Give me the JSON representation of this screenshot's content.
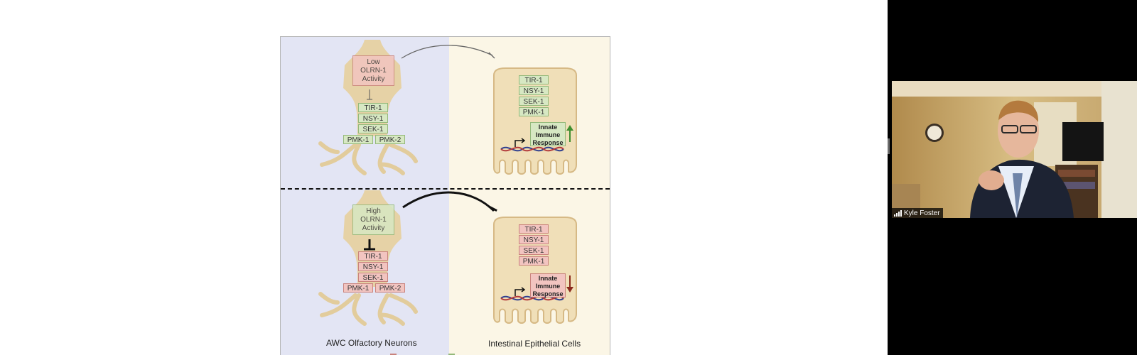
{
  "slide": {
    "top_neuron": {
      "activity": [
        "Low",
        "OLRN-1",
        "Activity"
      ],
      "cascade": [
        "TIR-1",
        "NSY-1",
        "SEK-1"
      ],
      "pmk": [
        "PMK-1",
        "PMK-2"
      ]
    },
    "top_intestine": {
      "cascade": [
        "TIR-1",
        "NSY-1",
        "SEK-1",
        "PMK-1"
      ],
      "immune": [
        "Innate",
        "Immune",
        "Response"
      ]
    },
    "bottom_neuron": {
      "activity": [
        "High",
        "OLRN-1",
        "Activity"
      ],
      "cascade": [
        "TIR-1",
        "NSY-1",
        "SEK-1"
      ],
      "pmk": [
        "PMK-1",
        "PMK-2"
      ]
    },
    "bottom_intestine": {
      "cascade": [
        "TIR-1",
        "NSY-1",
        "SEK-1",
        "PMK-1"
      ],
      "immune": [
        "Innate",
        "Immune",
        "Response"
      ]
    },
    "captions": {
      "left": "AWC Olfactory Neurons",
      "right": "Intestinal Epithelial Cells"
    },
    "colors": {
      "low": "#f2c4c0",
      "high": "#d7e8c3",
      "up_arrow": "#3f8f2f",
      "down_arrow": "#8b2a1e"
    }
  },
  "participant": {
    "name": "Kyle Foster"
  }
}
